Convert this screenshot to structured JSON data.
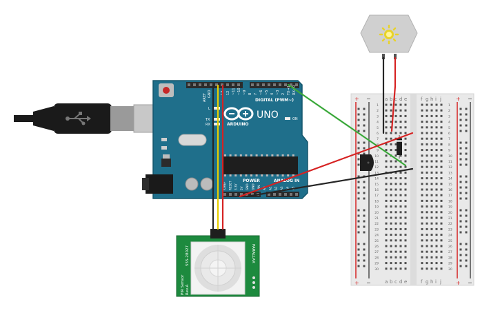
{
  "arduino": {
    "model": "UNO",
    "brand": "ARDUINO",
    "digital_label": "DIGITAL (PWM~)",
    "power_label": "POWER",
    "analog_label": "ANALOG IN",
    "on_label": "ON",
    "tx_label": "TX",
    "rx_label": "RX",
    "l_label": "L",
    "aref_label": "AREF",
    "gnd_label": "GND",
    "pin_labels_top": [
      "13",
      "12",
      "~11",
      "~10",
      "~9",
      "8",
      "7",
      "~6",
      "~5",
      "4",
      "~3",
      "2",
      "TX→1",
      "RX←0"
    ],
    "pin_labels_bottom": [
      "IOREF",
      "RESET",
      "3.3V",
      "5V",
      "GND",
      "GND",
      "VIN",
      "A0",
      "A1",
      "A2",
      "A3",
      "A4",
      "A5"
    ],
    "colors": {
      "board": "#1f6f8b",
      "header": "#2b2b2b"
    }
  },
  "usb_cable": {
    "icon": "usb-icon"
  },
  "motor": {
    "icon": "sun-icon",
    "color": "#e8d32a"
  },
  "breadboard": {
    "columns_left": [
      "a",
      "b",
      "c",
      "d",
      "e"
    ],
    "columns_right": [
      "f",
      "g",
      "h",
      "i",
      "j"
    ],
    "rail_plus": "+",
    "rail_minus": "−",
    "rows": [
      "1",
      "2",
      "3",
      "4",
      "5",
      "6",
      "7",
      "8",
      "9",
      "10",
      "11",
      "12",
      "13",
      "14",
      "15",
      "16",
      "17",
      "18",
      "19",
      "20",
      "21",
      "22",
      "23",
      "24",
      "25",
      "26",
      "27",
      "28",
      "29",
      "30"
    ]
  },
  "pir_sensor": {
    "label_left": "PIR Sensor",
    "label_left2": "Rev.A",
    "label_model": "555-28027",
    "label_right": "PARALLAX",
    "colors": {
      "pcb": "#1d8a3e"
    }
  },
  "wires": {
    "colors": {
      "red": "#d62222",
      "black": "#262626",
      "green": "#3aa83a",
      "yellow": "#e8cf00"
    }
  }
}
